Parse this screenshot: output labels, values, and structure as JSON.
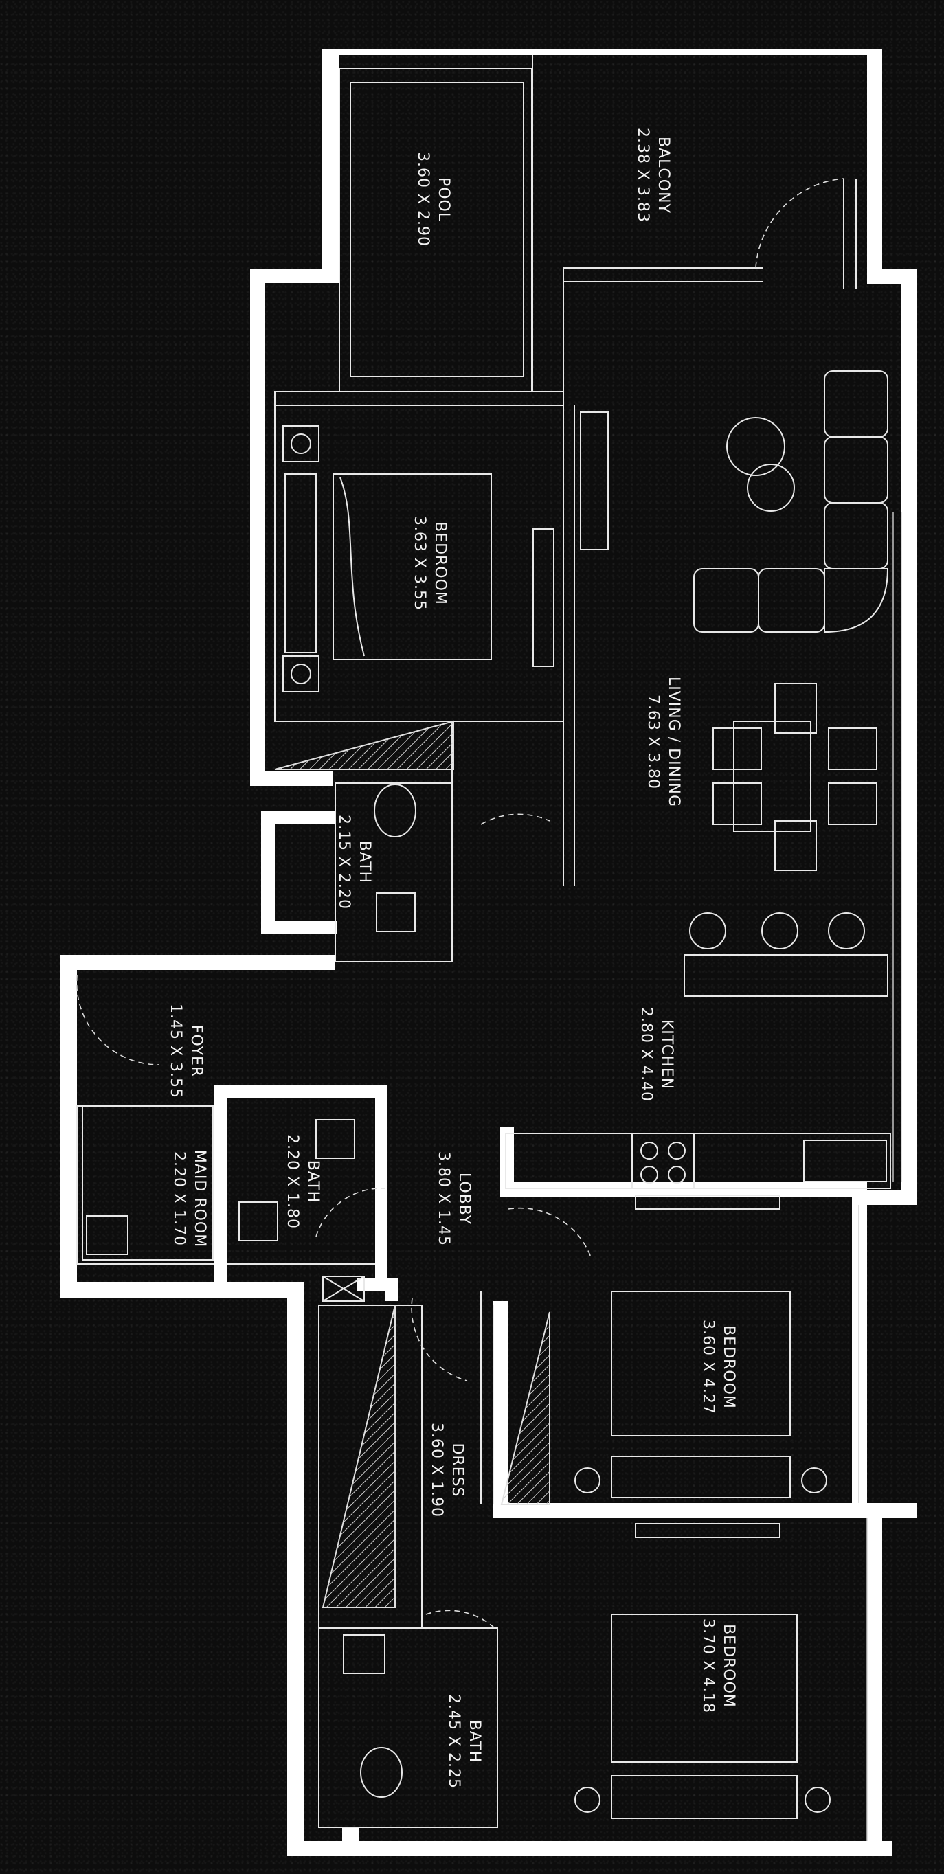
{
  "rooms": {
    "pool": {
      "name": "POOL",
      "size": "3.60 X 2.90"
    },
    "balcony": {
      "name": "BALCONY",
      "size": "2.38 X 3.83"
    },
    "bedroom1": {
      "name": "BEDROOM",
      "size": "3.63 X 3.55"
    },
    "living": {
      "name": "LIVING / DINING",
      "size": "7.63 X 3.80"
    },
    "bath1": {
      "name": "BATH",
      "size": "2.15 X 2.20"
    },
    "foyer": {
      "name": "FOYER",
      "size": "1.45 X 3.55"
    },
    "kitchen": {
      "name": "KITCHEN",
      "size": "2.80 X 4.40"
    },
    "maid": {
      "name": "MAID ROOM",
      "size": "2.20 X 1.70"
    },
    "bath2": {
      "name": "BATH",
      "size": "2.20 X 1.80"
    },
    "lobby": {
      "name": "LOBBY",
      "size": "3.80 X 1.45"
    },
    "bedroom2": {
      "name": "BEDROOM",
      "size": "3.60 X 4.27"
    },
    "dress": {
      "name": "DRESS",
      "size": "3.60 X 1.90"
    },
    "bedroom3": {
      "name": "BEDROOM",
      "size": "3.70 X 4.18"
    },
    "bath3": {
      "name": "BATH",
      "size": "2.45 X 2.25"
    }
  },
  "colors": {
    "background": "#0d0d0d",
    "wall": "#ffffff",
    "line": "#e8e8e8"
  }
}
